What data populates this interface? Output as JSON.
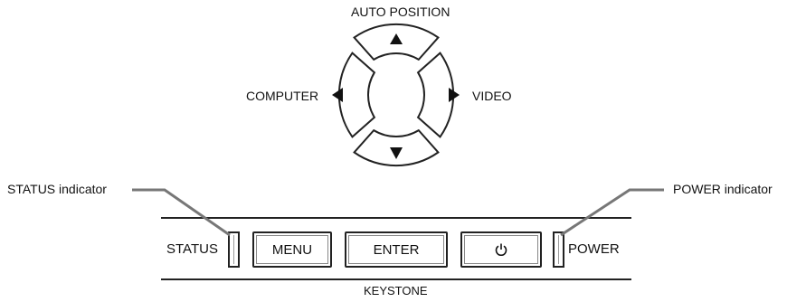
{
  "dpad": {
    "up_label": "AUTO POSITION",
    "left_label": "COMPUTER",
    "right_label": "VIDEO",
    "up_icon": "triangle-up-icon",
    "down_icon": "triangle-down-icon",
    "left_icon": "triangle-left-icon",
    "right_icon": "triangle-right-icon"
  },
  "callouts": {
    "status_indicator": "STATUS indicator",
    "power_indicator": "POWER indicator"
  },
  "panel": {
    "status_label": "STATUS",
    "power_label": "POWER",
    "bottom_label": "KEYSTONE",
    "buttons": {
      "menu": "MENU",
      "enter": "ENTER",
      "power_icon": "power-icon"
    }
  }
}
